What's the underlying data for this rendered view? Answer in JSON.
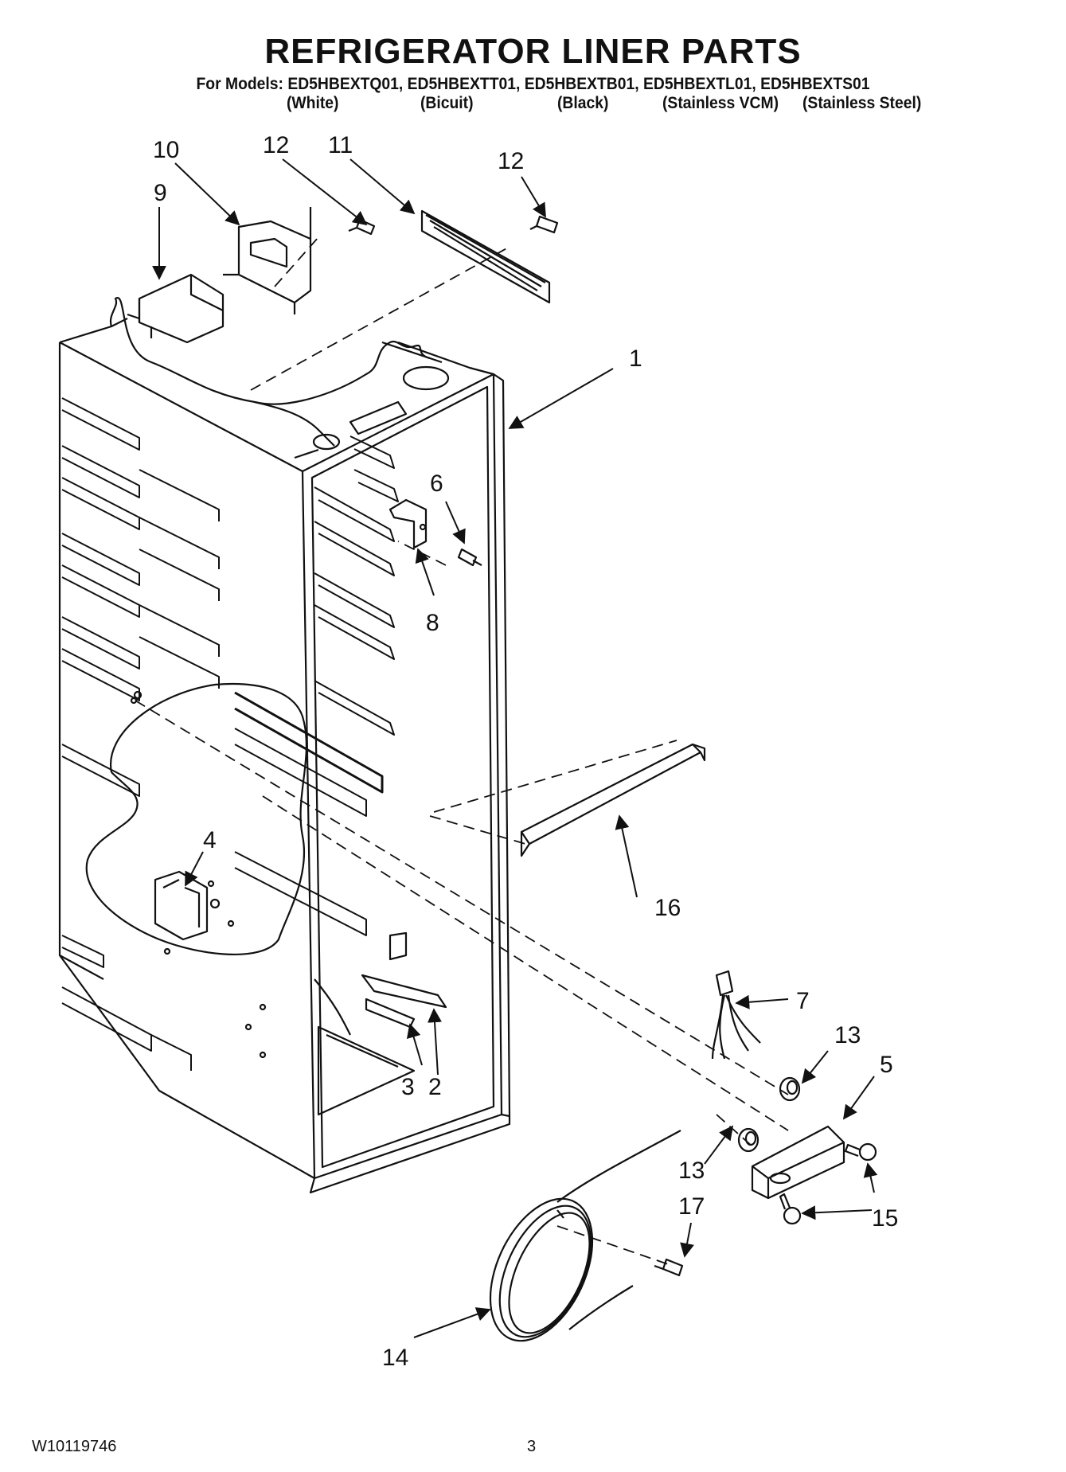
{
  "header": {
    "title": "REFRIGERATOR LINER PARTS",
    "models_line": "For Models: ED5HBEXTQ01, ED5HBEXTT01, ED5HBEXTB01, ED5HBEXTL01, ED5HBEXTS01",
    "colors": [
      "(White)",
      "(Bicuit)",
      "(Black)",
      "(Stainless VCM)",
      "(Stainless Steel)"
    ]
  },
  "callouts": {
    "c1": "1",
    "c2": "2",
    "c3": "3",
    "c4": "4",
    "c5": "5",
    "c6": "6",
    "c7": "7",
    "c8": "8",
    "c9": "9",
    "c10": "10",
    "c11": "11",
    "c12a": "12",
    "c12b": "12",
    "c13a": "13",
    "c13b": "13",
    "c14": "14",
    "c15": "15",
    "c16": "16",
    "c17": "17"
  },
  "footer": {
    "doc_number": "W10119746",
    "page_number": "3"
  }
}
